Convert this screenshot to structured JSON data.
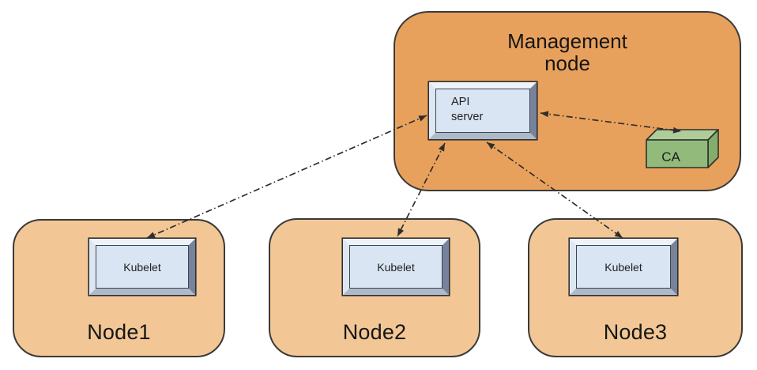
{
  "diagram": {
    "management_node": {
      "title": "Management node",
      "api_server_label": "API server",
      "ca_label": "CA"
    },
    "worker_nodes": [
      {
        "name": "Node1",
        "component": "Kubelet"
      },
      {
        "name": "Node2",
        "component": "Kubelet"
      },
      {
        "name": "Node3",
        "component": "Kubelet"
      }
    ],
    "connections": [
      {
        "from": "API server",
        "to": "Kubelet (Node1)",
        "style": "dash-dot",
        "bidirectional": true
      },
      {
        "from": "API server",
        "to": "Kubelet (Node2)",
        "style": "dash-dot",
        "bidirectional": true
      },
      {
        "from": "API server",
        "to": "Kubelet (Node3)",
        "style": "dash-dot",
        "bidirectional": true
      },
      {
        "from": "API server",
        "to": "CA",
        "style": "dash-dot",
        "bidirectional": true
      }
    ],
    "colors": {
      "management_fill": "#e8a15c",
      "worker_fill": "#f2c795",
      "box_face": "#d9e5f3",
      "ca_front": "#92bb7b",
      "ca_top": "#aecd99",
      "ca_side": "#84ad6d",
      "outline": "#3a3a3a",
      "arrow": "#2e2e2e"
    }
  }
}
